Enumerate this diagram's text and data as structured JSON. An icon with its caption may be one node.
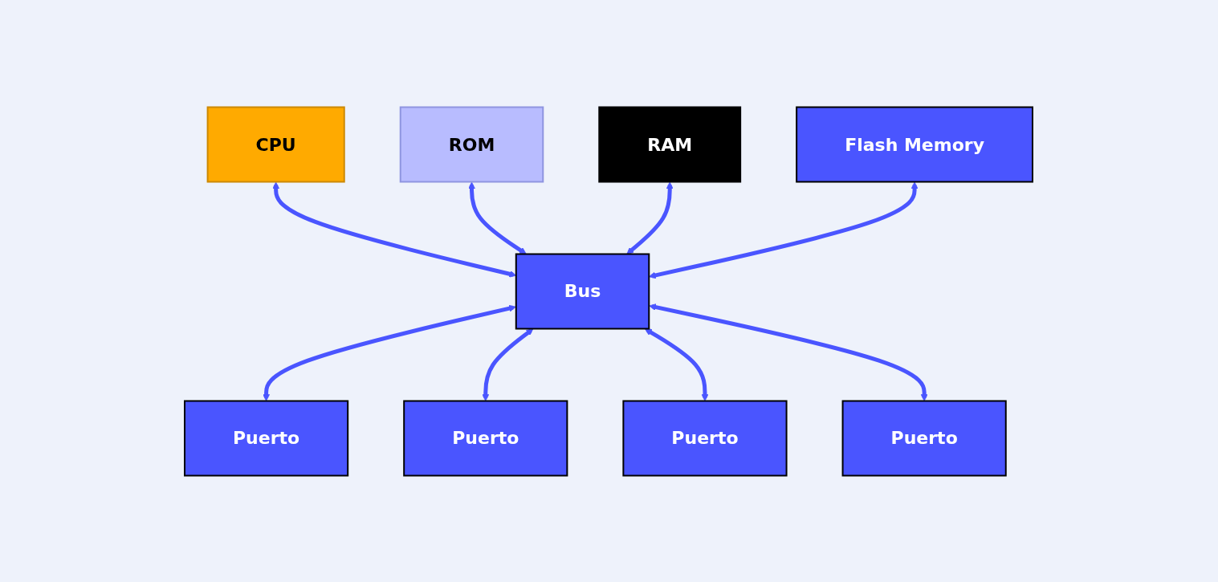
{
  "diagram": {
    "nodes": [
      {
        "text": [
          "CPU"
        ]
      },
      {
        "text": [
          "ROM"
        ]
      },
      {
        "text": [
          "RAM"
        ]
      },
      {
        "text": [
          "Flash Memory"
        ]
      },
      {
        "text": [
          "Bus"
        ]
      },
      {
        "text": [
          "Puerto"
        ]
      },
      {
        "text": [
          "Puerto"
        ]
      },
      {
        "text": [
          "Puerto"
        ]
      },
      {
        "text": [
          "Puerto"
        ]
      }
    ],
    "edges": [
      {
        "from": 0,
        "to": 4,
        "arrow": "both"
      },
      {
        "from": 1,
        "to": 4,
        "arrow": "both"
      },
      {
        "from": 2,
        "to": 4,
        "arrow": "both"
      },
      {
        "from": 3,
        "to": 4,
        "arrow": "both"
      },
      {
        "from": 4,
        "to": 5,
        "arrow": "both"
      },
      {
        "from": 4,
        "to": 6,
        "arrow": "both"
      },
      {
        "from": 4,
        "to": 7,
        "arrow": "both"
      },
      {
        "from": 4,
        "to": 8,
        "arrow": "both"
      }
    ]
  }
}
